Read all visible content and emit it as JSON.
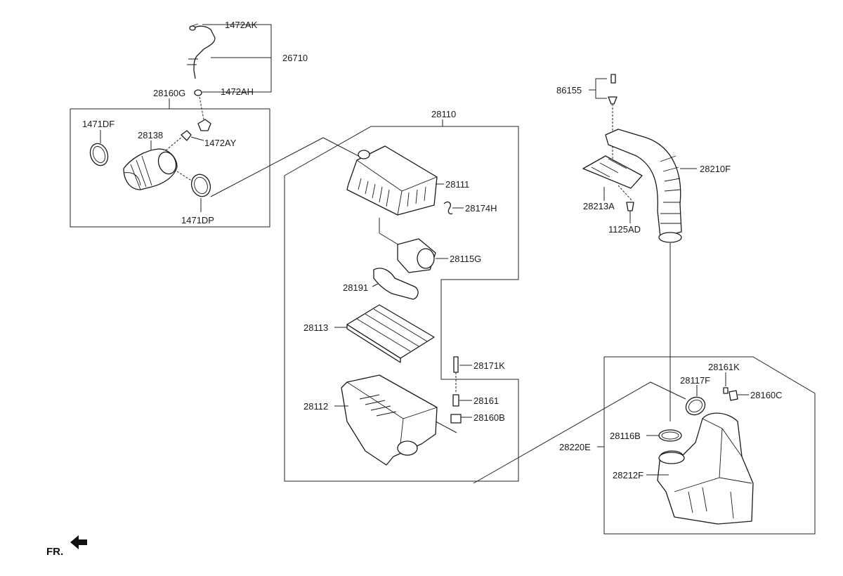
{
  "diagram": {
    "labels": {
      "p1472AK": "1472AK",
      "p26710": "26710",
      "p1472AH": "1472AH",
      "p28160G": "28160G",
      "p1471DF": "1471DF",
      "p28138": "28138",
      "p1472AY": "1472AY",
      "p1471DP": "1471DP",
      "p28110": "28110",
      "p28111": "28111",
      "p28174H": "28174H",
      "p28115G": "28115G",
      "p28191": "28191",
      "p28113": "28113",
      "p28171K": "28171K",
      "p28161": "28161",
      "p28160B": "28160B",
      "p28112": "28112",
      "p86155": "86155",
      "p28210F": "28210F",
      "p28213A": "28213A",
      "p1125AD": "1125AD",
      "p28161K": "28161K",
      "p28117F": "28117F",
      "p28160C": "28160C",
      "p28116B": "28116B",
      "p28220E": "28220E",
      "p28212F": "28212F"
    },
    "orientation": "FR."
  }
}
